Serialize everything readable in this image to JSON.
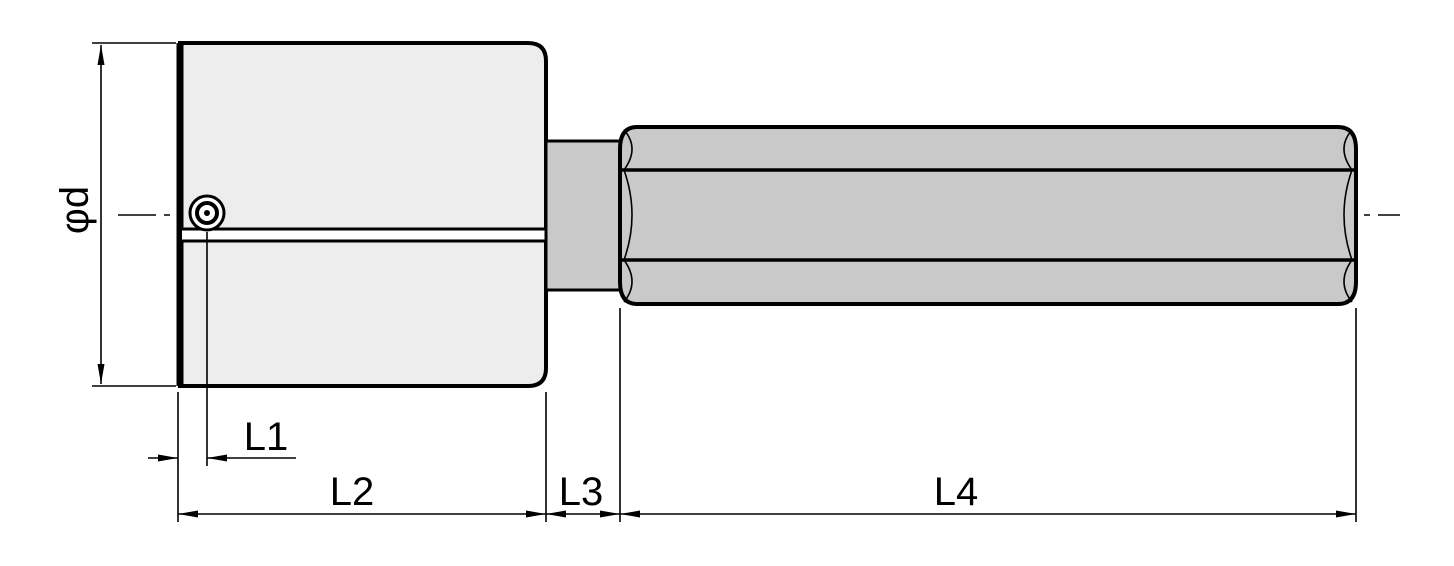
{
  "labels": {
    "diameter": "φd",
    "l1": "L1",
    "l2": "L2",
    "l3": "L3",
    "l4": "L4"
  },
  "colors": {
    "collar_fill": "#ededed",
    "neck_fill": "#c9c9c9",
    "hex_fill": "#c9c9c9",
    "line": "#000000",
    "background": "#ffffff"
  }
}
